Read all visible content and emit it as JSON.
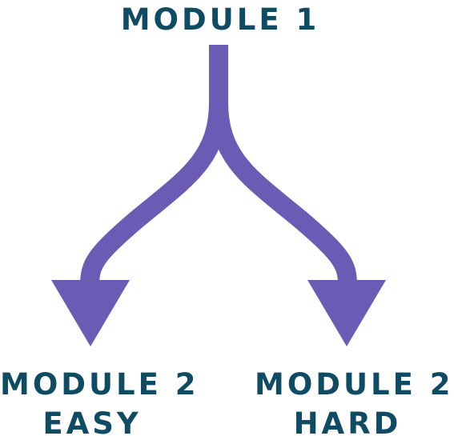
{
  "title": "MODULE 1",
  "branches": [
    {
      "line1": "MODULE 2",
      "line2": "EASY"
    },
    {
      "line1": "MODULE 2",
      "line2": "HARD"
    }
  ],
  "colors": {
    "arrow": "#6b5bb5",
    "text": "#0f4b63"
  }
}
